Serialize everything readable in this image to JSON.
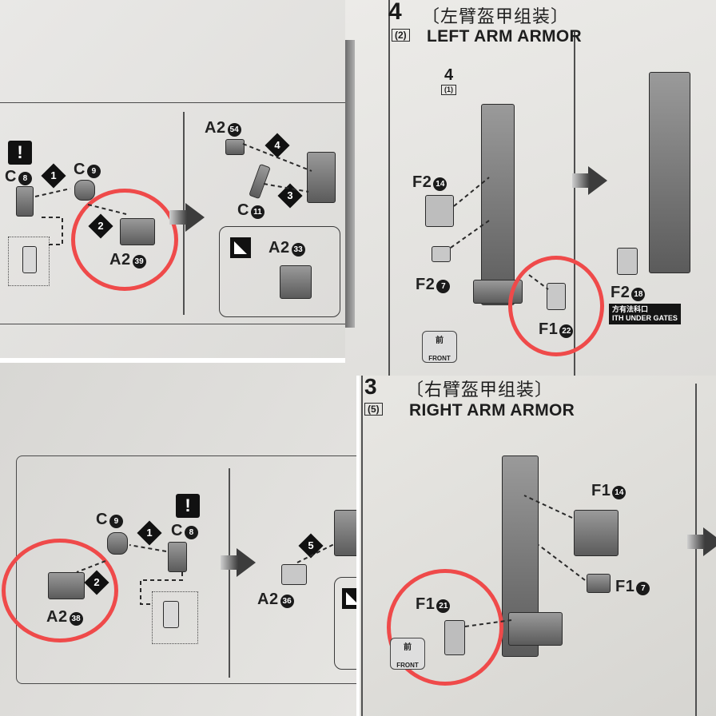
{
  "panels": {
    "top_left": {
      "warn_symbol": "!",
      "steps": [
        "1",
        "2",
        "3",
        "4"
      ],
      "labels": {
        "c8": {
          "part": "C",
          "num": "8"
        },
        "c9": {
          "part": "C",
          "num": "9"
        },
        "a2_39": {
          "part": "A2",
          "num": "39"
        },
        "a2_54": {
          "part": "A2",
          "num": "54"
        },
        "c11": {
          "part": "C",
          "num": "11"
        },
        "a2_33": {
          "part": "A2",
          "num": "33"
        }
      }
    },
    "top_right": {
      "step_number": "4",
      "step_sub": "(2)",
      "title_cn": "〔左臂盔甲组装〕",
      "title_en": "LEFT ARM ARMOR",
      "ref_step": "4",
      "ref_sub": "(1)",
      "labels": {
        "f2_14": {
          "part": "F2",
          "num": "14"
        },
        "f2_7": {
          "part": "F2",
          "num": "7"
        },
        "f1_22": {
          "part": "F1",
          "num": "22"
        },
        "f2_18": {
          "part": "F2",
          "num": "18"
        }
      },
      "front_cn": "前",
      "front_en": "FRONT",
      "note_text": "方有法科口",
      "note_sub": "ITH UNDER GATES"
    },
    "bottom_left": {
      "warn_symbol": "!",
      "steps": [
        "1",
        "2",
        "5"
      ],
      "labels": {
        "c9": {
          "part": "C",
          "num": "9"
        },
        "c8": {
          "part": "C",
          "num": "8"
        },
        "a2_38": {
          "part": "A2",
          "num": "38"
        },
        "a2_36": {
          "part": "A2",
          "num": "36"
        }
      }
    },
    "bottom_right": {
      "step_number": "3",
      "step_sub": "(5)",
      "title_cn": "〔右臂盔甲组装〕",
      "title_en": "RIGHT ARM ARMOR",
      "labels": {
        "f1_14": {
          "part": "F1",
          "num": "14"
        },
        "f1_7": {
          "part": "F1",
          "num": "7"
        },
        "f1_21": {
          "part": "F1",
          "num": "21"
        }
      },
      "front_cn": "前",
      "front_en": "FRONT"
    }
  },
  "highlight_color": "#ef4a4a"
}
